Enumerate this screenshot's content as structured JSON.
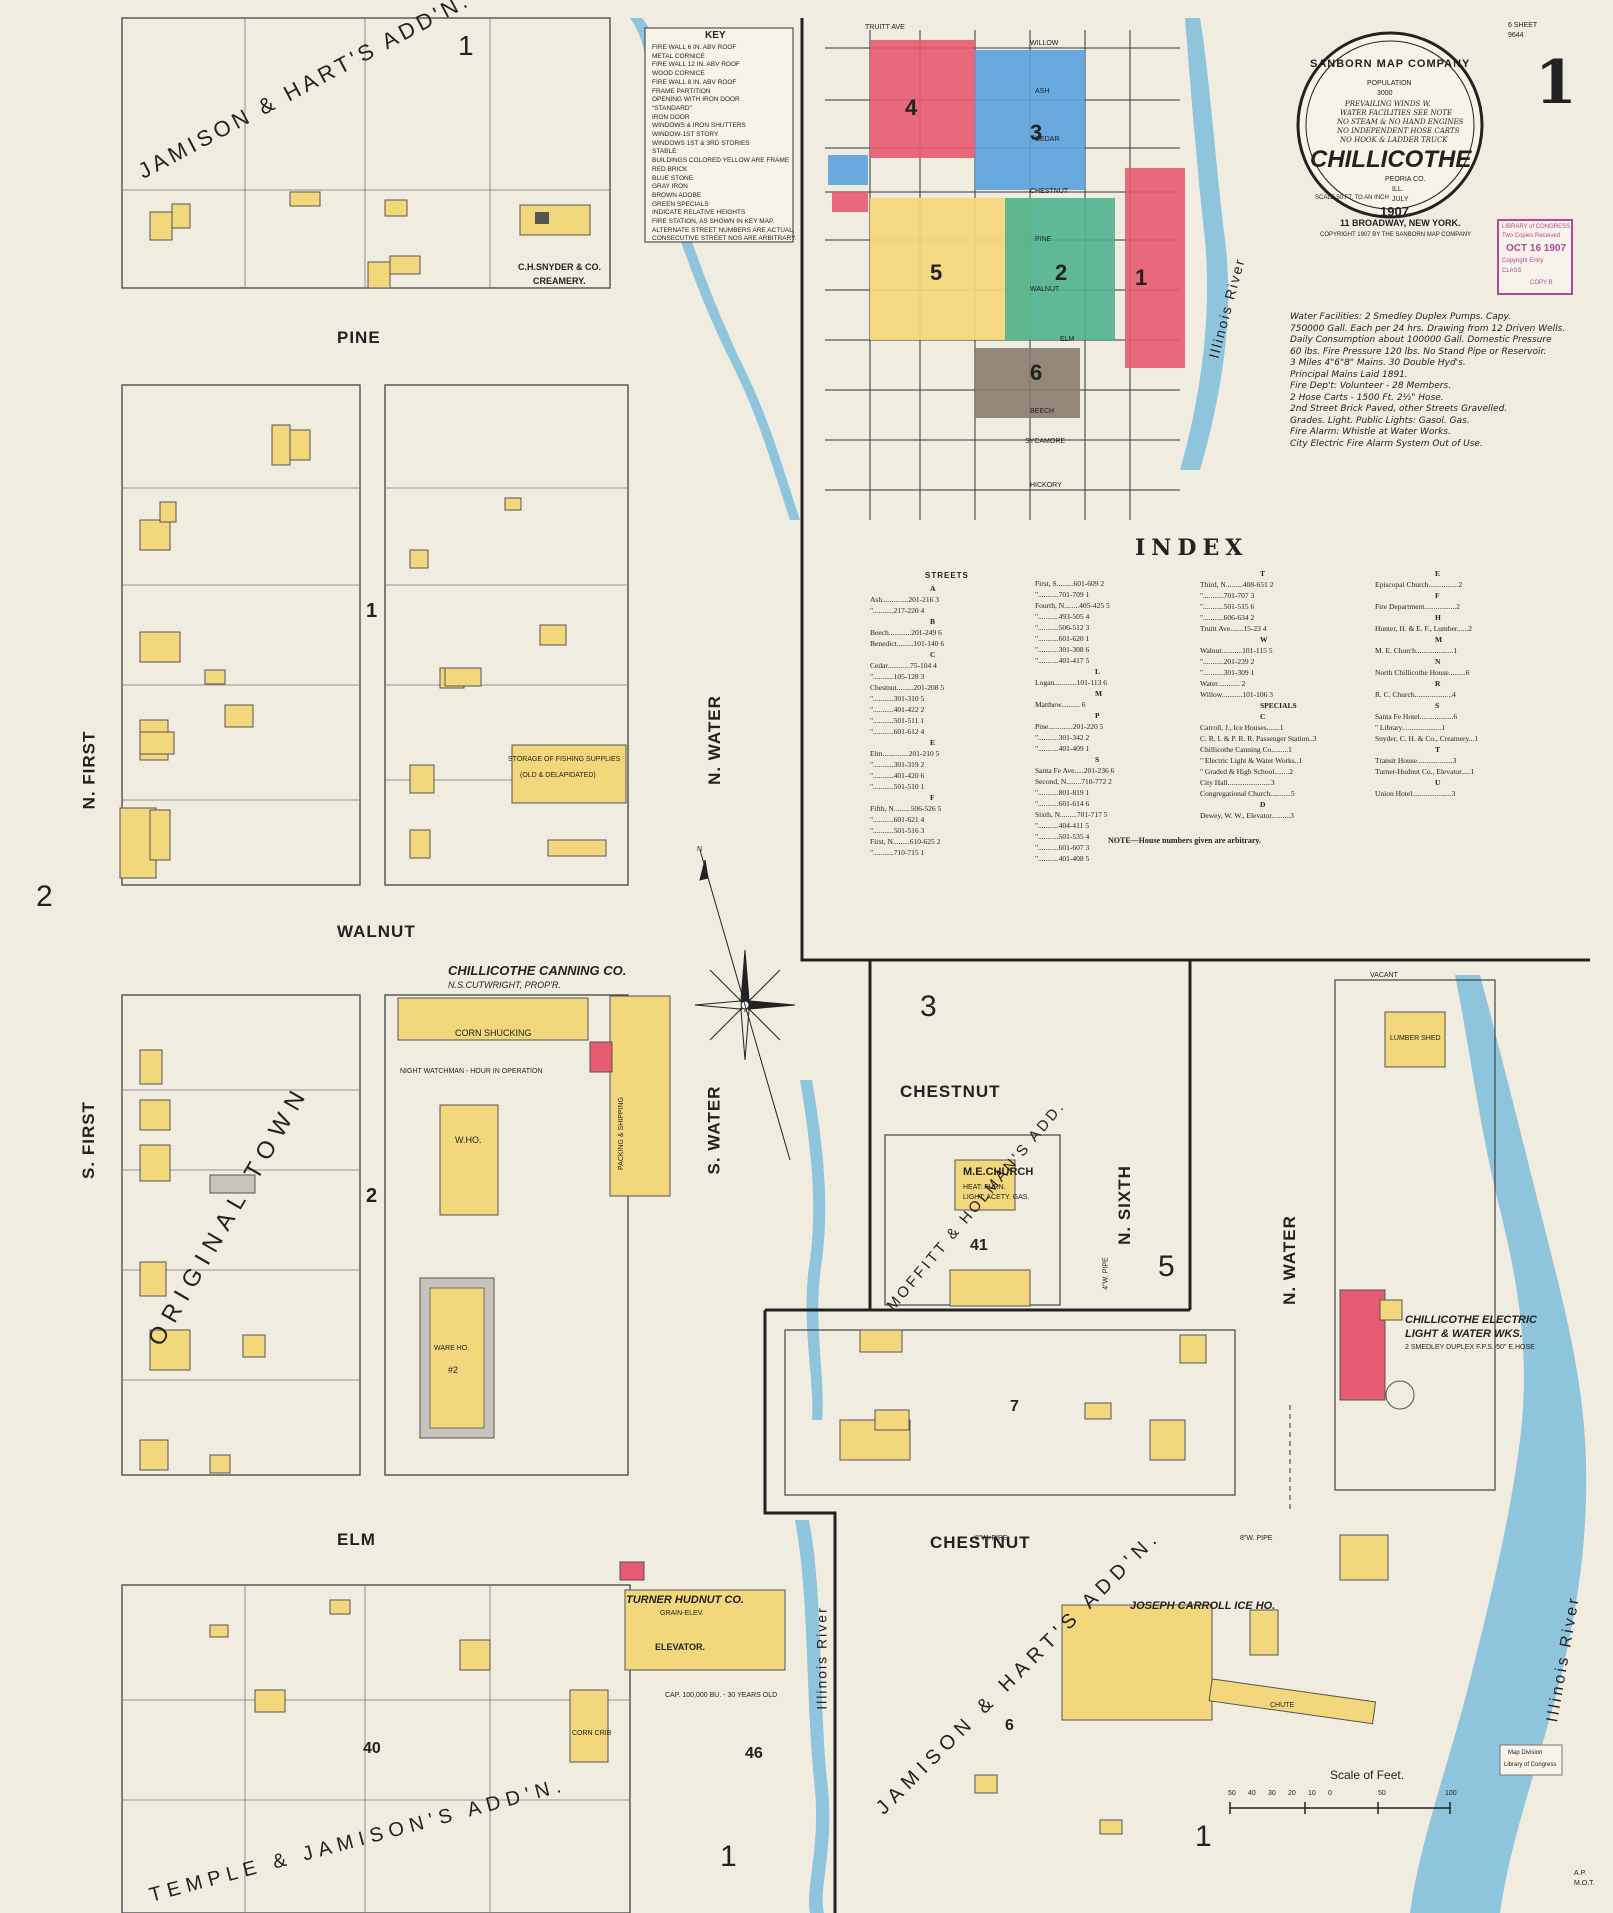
{
  "sheet": {
    "number": "1",
    "top_note_1": "6 SHEET",
    "top_note_2": "9644",
    "corner_initials_1": "A.P.",
    "corner_initials_2": "M.O.T."
  },
  "title_seal": {
    "company": "SANBORN MAP COMPANY",
    "population_label": "POPULATION",
    "population": "3000",
    "prevailing_winds": "PREVAILING WINDS W.",
    "water_facilities": "WATER FACILITIES SEE NOTE",
    "no_steam": "NO STEAM & NO HAND ENGINES",
    "hose_carts": "NO INDEPENDENT HOSE CARTS",
    "hook_ladder": "NO HOOK & LADDER TRUCK",
    "town": "CHILLICOTHE",
    "county": "PEORIA CO.",
    "state": "ILL.",
    "month": "JULY",
    "year": "1907",
    "scale": "SCALE 50 FT. TO AN INCH",
    "address": "11 BROADWAY, NEW YORK.",
    "copyright": "COPYRIGHT 1907 BY THE SANBORN MAP COMPANY"
  },
  "stamps": {
    "loc_1": "LIBRARY of CONGRESS",
    "loc_2": "Two Copies Received",
    "loc_3": "OCT 16 1907",
    "loc_4": "Copyright Entry",
    "loc_5": "CLASS",
    "loc_6": "COPY B",
    "map_div_1": "Map Division",
    "map_div_2": "Library of Congress"
  },
  "key": {
    "title": "KEY",
    "lines": [
      "FIRE WALL 6 IN. ABV ROOF",
      "METAL CORNICE",
      "FIRE WALL 12 IN. ABV ROOF",
      "WOOD CORNICE",
      "FIRE WALL 8 IN. ABV ROOF",
      "FRAME PARTITION",
      "OPENING WITH IRON DOOR",
      "\"STANDARD\"",
      "IRON DOOR",
      "WINDOWS & IRON SHUTTERS",
      "WINDOW-1ST STORY",
      "WINDOWS 1ST & 3RD STORIES",
      "STABLE",
      "BUILDINGS COLORED YELLOW ARE FRAME",
      "RED BRICK",
      "BLUE STONE",
      "GRAY IRON",
      "BROWN ADOBE",
      "GREEN SPECIALS",
      "INDICATE RELATIVE HEIGHTS",
      "FIRE STATION, AS SHOWN IN KEY MAP.",
      "ALTERNATE STREET NUMBERS ARE ACTUAL",
      "CONSECUTIVE STREET NOS ARE ARBITRARY."
    ]
  },
  "water_note": {
    "lines": [
      "Water Facilities: 2 Smedley Duplex Pumps. Capy.",
      "750000 Gall. Each per 24 hrs. Drawing from 12 Driven Wells.",
      "Daily Consumption about 100000 Gall. Domestic Pressure",
      "60 lbs. Fire Pressure 120 lbs. No Stand Pipe or Reservoir.",
      "3 Miles 4\"6\"8\" Mains. 30 Double Hyd's.",
      "Principal Mains Laid 1891.",
      "Fire Dep't: Volunteer - 28 Members.",
      "2 Hose Carts - 1500 Ft. 2½\" Hose.",
      "2nd Street Brick Paved, other Streets Gravelled.",
      "Grades. Light. Public Lights: Gasol. Gas.",
      "Fire Alarm: Whistle at Water Works.",
      "City Electric Fire Alarm System Out of Use."
    ]
  },
  "index": {
    "title": "INDEX",
    "streets_header": "STREETS",
    "note": "NOTE—House numbers given are arbitrary.",
    "col1": [
      "A",
      "Ash..............201-216 3",
      "\"...........217-220 4",
      "B",
      "Beech............201-249 6",
      "Benedict.........101-140 6",
      "C",
      "Cedar............75-104 4",
      "\"...........105-128 3",
      "Chestnut.........201-208 5",
      "\"...........301-310 5",
      "\"...........401-422 2",
      "\"...........501-511 1",
      "\"...........601-612 4",
      "E",
      "Elm..............201-210 5",
      "\"...........301-319 2",
      "\"...........401-420 6",
      "\"...........501-510 1",
      "F",
      "Fifth, N.........506-526 5",
      "\"...........601-621 4",
      "\"...........501-516 3",
      "First, N.........610-625 2",
      "\"...........710-715 1"
    ],
    "col2": [
      "First, S.........601-609 2",
      "\"...........701-709 1",
      "Fourth, N........405-425 5",
      "\"...........493-505 4",
      "\"...........506-512 3",
      "\"...........601-620 1",
      "\"...........301-308 6",
      "\"...........401-417 5",
      "L",
      "Logan............101-113 6",
      "M",
      "Matthew..........  6",
      "P",
      "Pine.............201-220 5",
      "\"...........301-342 2",
      "\"...........401-409 1",
      "S",
      "Santa Fe Ave.....201-236 6",
      "Second, N........710-772 2",
      "\"...........801-819 1",
      "\"...........601-614 6",
      "Sixth, N.........701-717 5",
      "\"...........404-411 5",
      "\"...........501-535 4",
      "\"...........601-607 3",
      "\"...........401-408 5"
    ],
    "col3": [
      "T",
      "Third, N.........408-651 2",
      "\"...........701-707 3",
      "\"...........501-515 6",
      "\"...........606-634 2",
      "Truitt Ave.......15-23 4",
      "W",
      "Walnut...........101-115 5",
      "\"...........201-239 2",
      "\"...........301-309 1",
      "Water............ 2",
      "Willow...........101-106 3",
      "SPECIALS",
      "C",
      "Carroll, J., Ice Houses.......1",
      "C. R. I. & P. R. R. Passenger Station..3",
      "Chillicothe Canning Co.........1",
      "\"  Electric Light & Water Works..1",
      "\"  Graded & High School........2",
      "City Hall.......................3",
      "Congregational Church...........5",
      "D",
      "Dewey, W. W., Elevator..........3"
    ],
    "col4": [
      "E",
      "Episcopal Church................2",
      "F",
      "Fire Department.................2",
      "H",
      "Hunter, H. & E. F., Lumber......2",
      "M",
      "M. E. Church....................1",
      "N",
      "North Chillicothe House.........6",
      "R",
      "R. C. Church....................4",
      "S",
      "Santa Fe Hotel..................6",
      "\"  Library.....................1",
      "Snyder, C. H. & Co., Creamery...1",
      "T",
      "Transit House...................3",
      "Turner-Hudnut Co., Elevator.....1",
      "U",
      "Union Hotel.....................3"
    ]
  },
  "streets": {
    "pine": "PINE",
    "walnut": "WALNUT",
    "elm": "ELM",
    "chestnut_w": "CHESTNUT",
    "chestnut_e": "CHESTNUT",
    "n_first": "N. FIRST",
    "s_first": "S. FIRST",
    "n_water_w": "N. WATER",
    "s_water": "S. WATER",
    "n_water_e": "N. WATER",
    "n_sixth": "N. SIXTH",
    "illinois_river_1": "Illinois River",
    "illinois_river_2": "Illinois River",
    "illinois_river_3": "Illinois River"
  },
  "additions": {
    "jamison_hart_top": "JAMISON & HART'S ADD'N.",
    "original_town": "ORIGINAL TOWN",
    "temple_jamison": "TEMPLE & JAMISON'S ADD'N.",
    "moffitt": "MOFFITT & HOLMAN'S ADD.",
    "jamison_hart_bottom": "JAMISON & HART'S ADD'N."
  },
  "blocks": {
    "b1_top": "1",
    "b1_mid": "1",
    "b2_mid": "2",
    "b2_side": "2",
    "b3": "3",
    "b5": "5",
    "b7": "7",
    "b40": "40",
    "b46": "46",
    "b41": "41",
    "b6": "6",
    "b1_bottom": "1",
    "b1_bottom_r": "1"
  },
  "buildings": {
    "canning": "CHILLICOTHE CANNING CO.",
    "canning_prop": "N.S.CUTWRIGHT, PROP'R.",
    "corn_shucking": "CORN SHUCKING",
    "wh": "W.HO.",
    "ware_ho": "WARE HO.",
    "ware_no": "#2",
    "packing": "PACKING & SHIPPING",
    "storage": "STORAGE OF FISHING SUPPLIES",
    "storage_2": "(OLD & DELAPIDATED)",
    "snyder": "C.H.SNYDER & CO.",
    "creamery": "CREAMERY.",
    "turner": "TURNER HUDNUT CO.",
    "grain_elev": "GRAIN-ELEV.",
    "elevator": "ELEVATOR.",
    "corn_crib": "CORN CRIB",
    "me_church": "M.E.CHURCH",
    "me_heat": "HEAT: FURN.",
    "me_light": "LIGHT: ACETY. GAS.",
    "carroll": "JOSEPH CARROLL ICE HO.",
    "chute": "CHUTE",
    "electric": "CHILLICOTHE ELECTRIC",
    "electric_2": "LIGHT & WATER WKS.",
    "electric_3": "2 SMEDLEY DUPLEX F.P.S.-50\" E.HOSE",
    "lumber_shed": "LUMBER SHED",
    "watchman": "NIGHT WATCHMAN - HOUR IN OPERATION",
    "elev_note": "CAP. 100,000 BU. - 30 YEARS OLD"
  },
  "misc": {
    "scale_label": "Scale of Feet.",
    "scale_ticks": [
      "50",
      "40",
      "30",
      "20",
      "10",
      "0",
      "50",
      "100"
    ],
    "pipe_1": "8\"W. PIPE",
    "pipe_2": "8\"W. PIPE",
    "pipe_3": "4\"W. PIPE",
    "vacant": "VACANT",
    "compass_n": "N"
  },
  "key_map": {
    "blocks": [
      "4",
      "3",
      "5",
      "2",
      "1",
      "6"
    ],
    "streets": [
      "WILLOW",
      "ASH",
      "CEDAR",
      "CHESTNUT",
      "PINE",
      "WALNUT",
      "ELM",
      "BEECH",
      "SYCAMORE",
      "HICKORY",
      "TRUITT AVE"
    ]
  },
  "colors": {
    "paper": "#f1ece0",
    "frame": "#f3d77c",
    "brick": "#e55b6f",
    "stone": "#5aa2dd",
    "special": "#4fb38e",
    "adobe": "#8a7b6e",
    "water": "#8ec4dc"
  }
}
